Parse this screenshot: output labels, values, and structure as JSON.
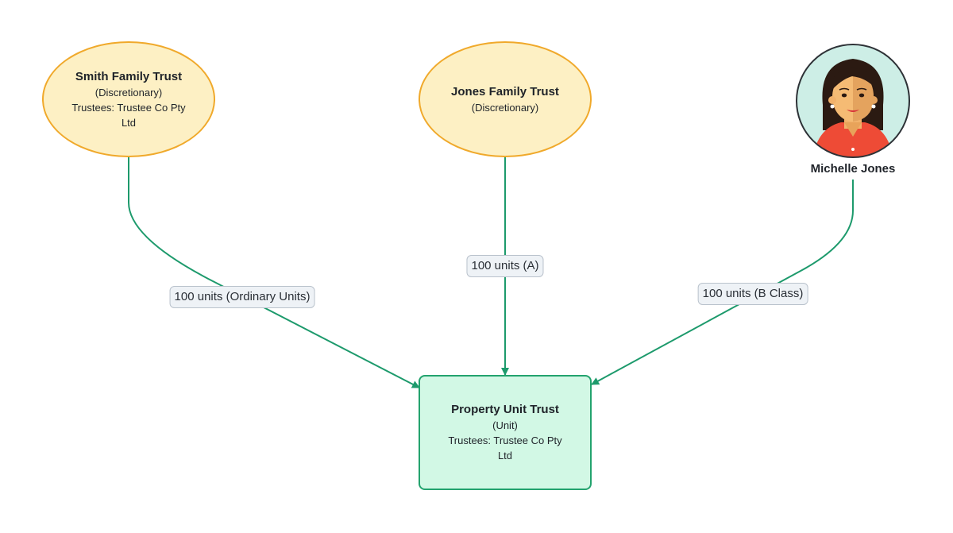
{
  "nodes": {
    "smith_trust": {
      "title": "Smith Family Trust",
      "type_label": "(Discretionary)",
      "trustees_line1": "Trustees: Trustee Co Pty",
      "trustees_line2": "Ltd"
    },
    "jones_trust": {
      "title": "Jones Family Trust",
      "type_label": "(Discretionary)"
    },
    "michelle": {
      "name": "Michelle Jones"
    },
    "property_trust": {
      "title": "Property Unit Trust",
      "type_label": "(Unit)",
      "trustees_line1": "Trustees: Trustee Co Pty",
      "trustees_line2": "Ltd"
    }
  },
  "edges": {
    "smith_to_property": "100 units (Ordinary Units)",
    "jones_to_property": "100 units (A)",
    "michelle_to_property": "100 units (B Class)"
  },
  "colors": {
    "edge": "#1d9a6c",
    "ellipse_fill": "#fdf0c4",
    "ellipse_border": "#f0a92b",
    "rect_fill": "#d2f8e5",
    "rect_border": "#23a36e"
  }
}
